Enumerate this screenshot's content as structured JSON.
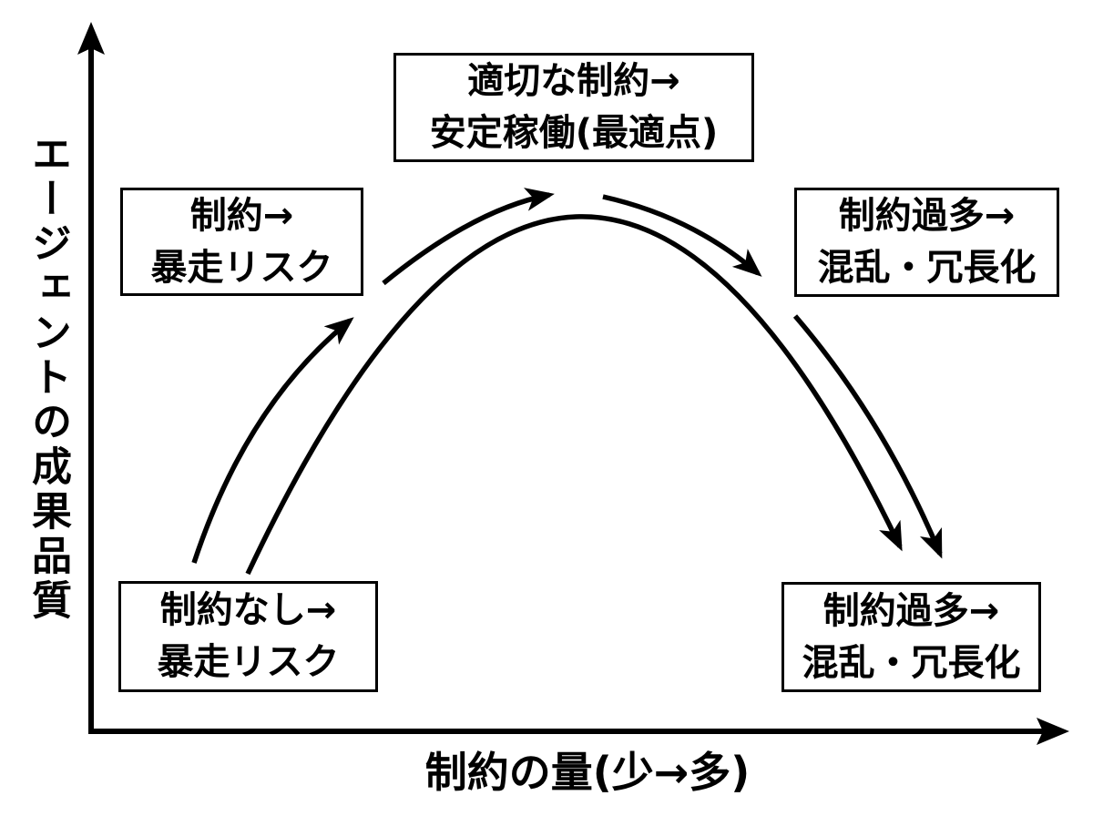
{
  "colors": {
    "ink": "#000000",
    "background": "#ffffff"
  },
  "axes": {
    "y_label": "エージェントの成果品質",
    "x_label": "制約の量(少→多)"
  },
  "boxes": {
    "top_center": {
      "line1": "適切な制約→",
      "line2": "安定稼働(最適点)"
    },
    "upper_left": {
      "line1": "制約→",
      "line2": "暴走リスク"
    },
    "upper_right": {
      "line1": "制約過多→",
      "line2": "混乱・冗長化"
    },
    "lower_left": {
      "line1": "制約なし→",
      "line2": "暴走リスク"
    },
    "lower_right": {
      "line1": "制約過多→",
      "line2": "混乱・冗長化"
    }
  }
}
